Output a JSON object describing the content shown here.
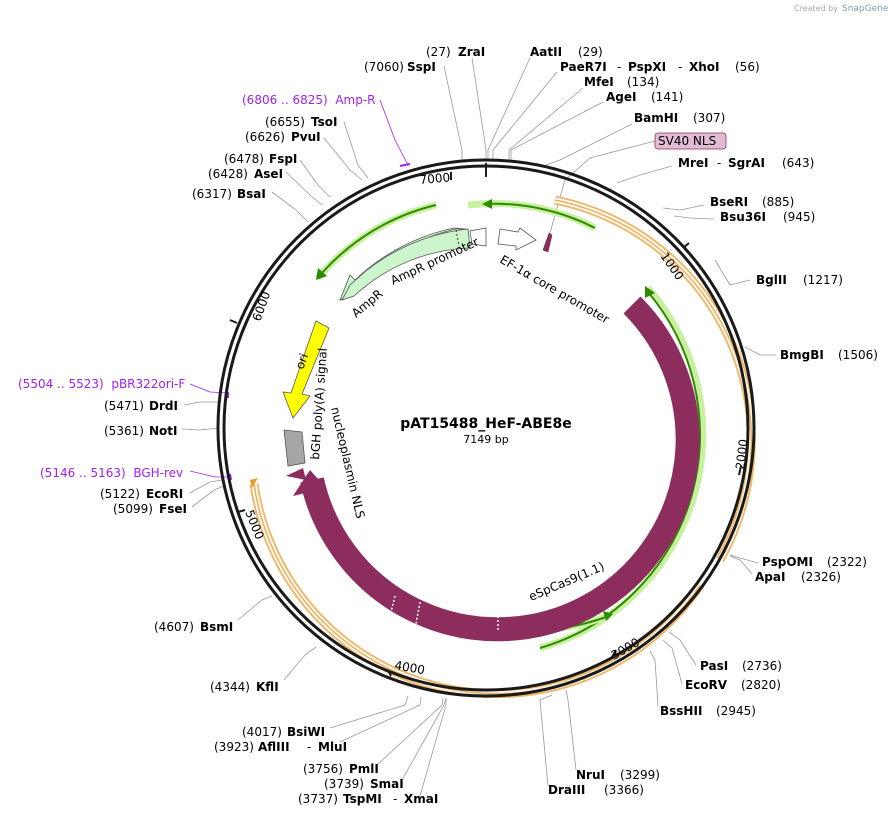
{
  "plasmid": {
    "name": "pAT15488_HeF-ABE8e",
    "length_label": "7149 bp",
    "length": 7149
  },
  "credit": {
    "prefix": "Created by",
    "brand": "SnapGene"
  },
  "colors": {
    "backbone": "#1a1a1a",
    "cas9": "#8c2d5e",
    "nls": "#8c2d5e",
    "orange_outline": "#f0b86a",
    "green_arrow": "#2e8b00",
    "green_glow": "#c8f0a0",
    "ampr": "#ccf5cc",
    "ori": "#ffff00",
    "polya": "#a6a6a6",
    "primer": "#a020f0",
    "sv40_box": "#e2bcd2"
  },
  "ticks": [
    "1000",
    "2000",
    "3000",
    "4000",
    "5000",
    "6000",
    "7000"
  ],
  "sites": [
    {
      "id": "zrai",
      "name": "ZraI",
      "pos": "(27)"
    },
    {
      "id": "sspi",
      "name": "SspI",
      "pos": "(7060)"
    },
    {
      "id": "aatii",
      "name": "AatII",
      "pos": "(29)"
    },
    {
      "id": "paer7i",
      "name": "PaeR7I",
      "name2": "PspXI",
      "name3": "XhoI",
      "pos": "(56)"
    },
    {
      "id": "mfei",
      "name": "MfeI",
      "pos": "(134)"
    },
    {
      "id": "agei",
      "name": "AgeI",
      "pos": "(141)"
    },
    {
      "id": "bamhi",
      "name": "BamHI",
      "pos": "(307)"
    },
    {
      "id": "mrei",
      "name": "MreI",
      "name2": "SgrAI",
      "pos": "(643)"
    },
    {
      "id": "seri",
      "name": "BseRI",
      "pos": "(885)"
    },
    {
      "id": "bsu36i",
      "name": "Bsu36I",
      "pos": "(945)"
    },
    {
      "id": "bglii",
      "name": "BglII",
      "pos": "(1217)"
    },
    {
      "id": "bmgbi",
      "name": "BmgBI",
      "pos": "(1506)"
    },
    {
      "id": "pspomi",
      "name": "PspOMI",
      "pos": "(2322)"
    },
    {
      "id": "apai",
      "name": "ApaI",
      "pos": "(2326)"
    },
    {
      "id": "pasi",
      "name": "PasI",
      "pos": "(2736)"
    },
    {
      "id": "ecorv",
      "name": "EcoRV",
      "pos": "(2820)"
    },
    {
      "id": "bsshii",
      "name": "BssHII",
      "pos": "(2945)"
    },
    {
      "id": "drui",
      "name": "NruI",
      "pos": "(3299)"
    },
    {
      "id": "draiii",
      "name": "DraIII",
      "pos": "(3366)"
    },
    {
      "id": "tsomi",
      "name": "TspMI",
      "name2": "XmaI",
      "pos": "(3737)"
    },
    {
      "id": "smai",
      "name": "SmaI",
      "pos": "(3739)"
    },
    {
      "id": "pmli",
      "name": "PmlI",
      "pos": "(3756)"
    },
    {
      "id": "afliii",
      "name": "AflIII",
      "name2": "MluI",
      "pos": "(3923)"
    },
    {
      "id": "bsiwi",
      "name": "BsiWI",
      "pos": "(4017)"
    },
    {
      "id": "kfli",
      "name": "KflI",
      "pos": "(4344)"
    },
    {
      "id": "bsmi",
      "name": "BsmI",
      "pos": "(4607)"
    },
    {
      "id": "fsei",
      "name": "FseI",
      "pos": "(5099)"
    },
    {
      "id": "ecori",
      "name": "EcoRI",
      "pos": "(5122)"
    },
    {
      "id": "noti",
      "name": "NotI",
      "pos": "(5361)"
    },
    {
      "id": "drdi",
      "name": "DrdI",
      "pos": "(5471)"
    },
    {
      "id": "bsai",
      "name": "BsaI",
      "pos": "(6317)"
    },
    {
      "id": "asei",
      "name": "AseI",
      "pos": "(6428)"
    },
    {
      "id": "fspi",
      "name": "FspI",
      "pos": "(6478)"
    },
    {
      "id": "pvui",
      "name": "PvuI",
      "pos": "(6626)"
    },
    {
      "id": "tsoi",
      "name": "TsoI",
      "pos": "(6655)"
    }
  ],
  "primers": [
    {
      "id": "ampr-primer",
      "label": "(6806 .. 6825)  Amp-R"
    },
    {
      "id": "pbr-primer",
      "label": "(5504 .. 5523)  pBR322ori-F"
    },
    {
      "id": "bgh-primer",
      "label": "(5146 .. 5163)  BGH-rev"
    }
  ],
  "features": {
    "ampr_promoter": "AmpR promoter",
    "ampr": "AmpR",
    "ef1a": "EF-1α core promoter",
    "sv40_nls": "SV40 NLS",
    "ori": "ori",
    "bgh": "bGH poly(A) signal",
    "nucleoplasmin": "nucleoplasmin NLS",
    "cas9": "eSpCas9(1.1)"
  }
}
